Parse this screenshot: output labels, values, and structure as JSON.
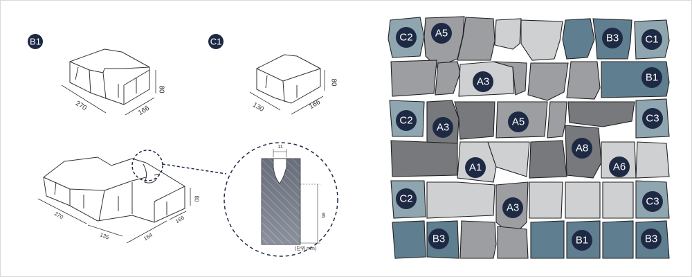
{
  "colors": {
    "badge": "#1e2a44",
    "gray_light": "#cfd0d2",
    "gray_mid": "#9c9ea1",
    "gray_dark": "#77797c",
    "blue_light": "#8fa6b0",
    "blue": "#5f7e90"
  },
  "left_panel": {
    "block_b1": {
      "label": "B1",
      "dims": {
        "length": "270",
        "width": "166",
        "height": "80"
      }
    },
    "block_c1": {
      "label": "C1",
      "dims": {
        "length": "130",
        "width": "166",
        "height": "80"
      }
    },
    "assembly": {
      "dims": {
        "a": "270",
        "b": "135",
        "c": "164",
        "d": "166",
        "h": "80"
      }
    },
    "detail": {
      "gap": "11",
      "depth": "95",
      "unit_note": "(단위 mm)"
    }
  },
  "mosaic": {
    "badges": [
      {
        "id": "c2-top",
        "label": "C2"
      },
      {
        "id": "a5-top",
        "label": "A5"
      },
      {
        "id": "b3-top",
        "label": "B3"
      },
      {
        "id": "c1-top",
        "label": "C1"
      },
      {
        "id": "a3-upper",
        "label": "A3"
      },
      {
        "id": "b1-upper",
        "label": "B1"
      },
      {
        "id": "c2-mid",
        "label": "C2"
      },
      {
        "id": "a3-mid",
        "label": "A3"
      },
      {
        "id": "a5-mid",
        "label": "A5"
      },
      {
        "id": "c3-mid",
        "label": "C3"
      },
      {
        "id": "a8",
        "label": "A8"
      },
      {
        "id": "a1",
        "label": "A1"
      },
      {
        "id": "a6",
        "label": "A6"
      },
      {
        "id": "c2-low",
        "label": "C2"
      },
      {
        "id": "a3-low",
        "label": "A3"
      },
      {
        "id": "c3-low",
        "label": "C3"
      },
      {
        "id": "b3-bot-left",
        "label": "B3"
      },
      {
        "id": "b1-bot",
        "label": "B1"
      },
      {
        "id": "b3-bot-right",
        "label": "B3"
      }
    ]
  }
}
